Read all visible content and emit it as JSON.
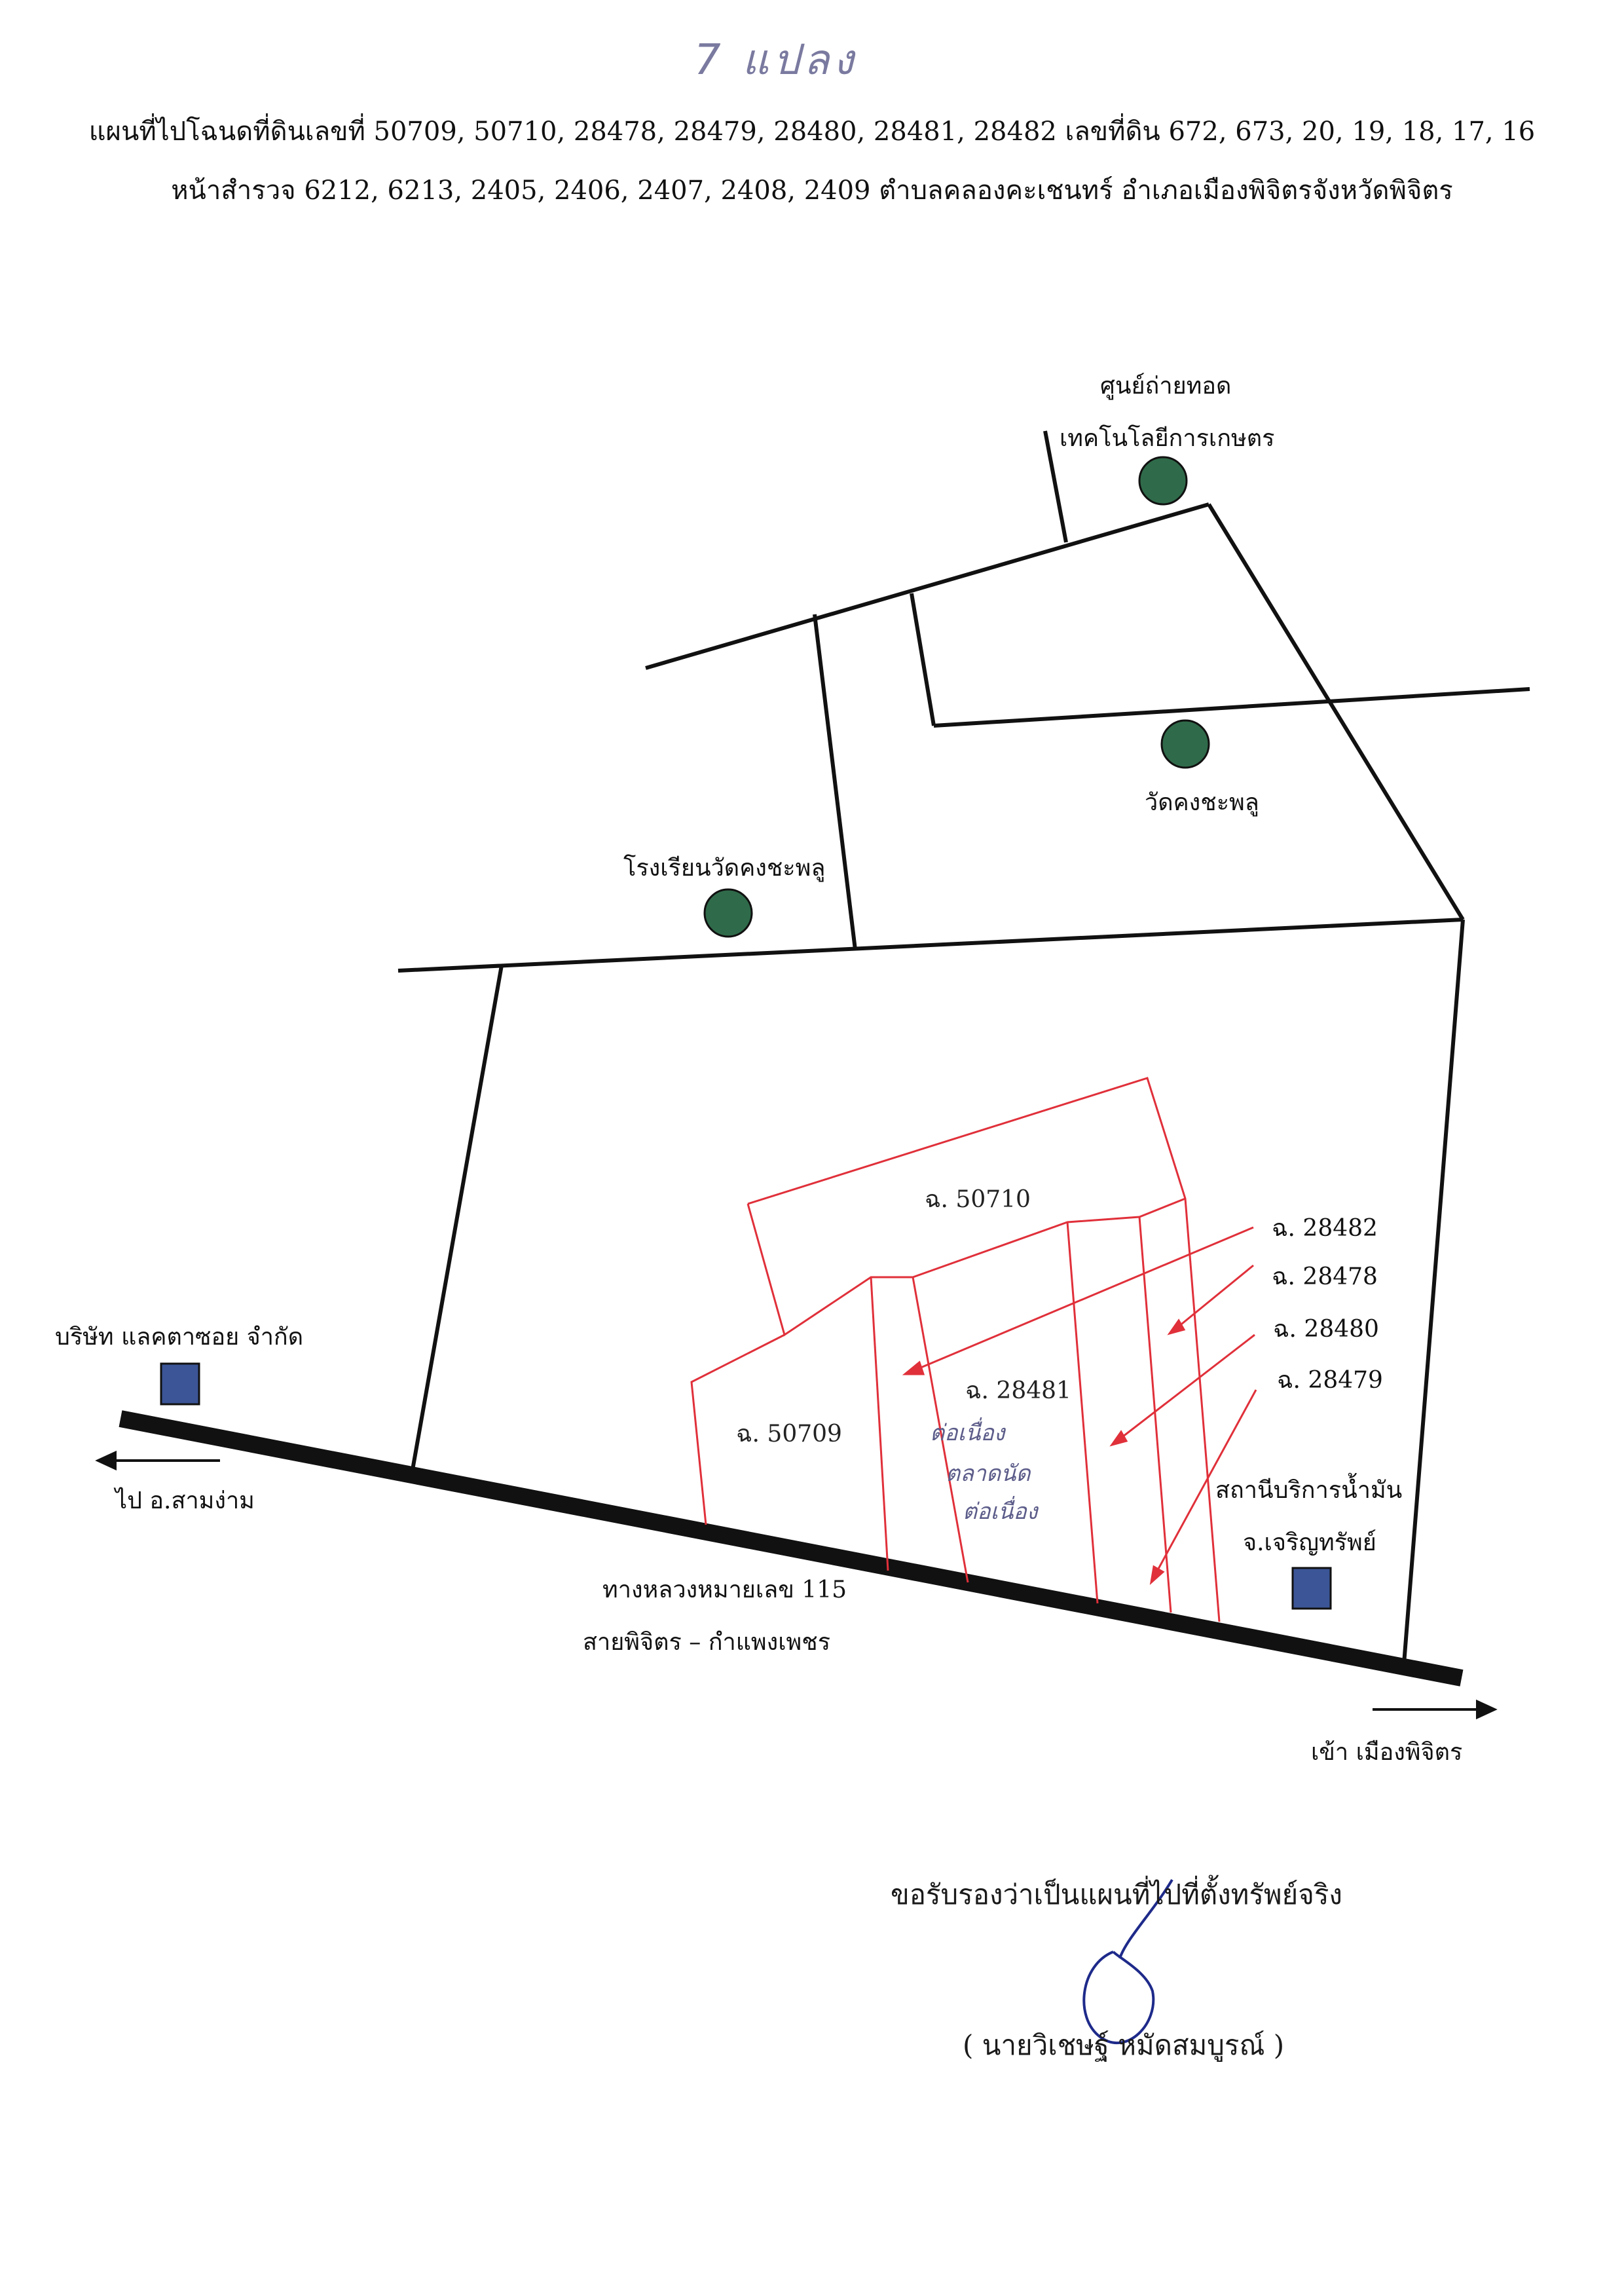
{
  "handwritten_note": "7 แปลง",
  "title": {
    "line1": "แผนที่ไปโฉนดที่ดินเลขที่ 50709, 50710, 28478, 28479, 28480, 28481, 28482 เลขที่ดิน 672, 673, 20, 19, 18, 17, 16",
    "line2": "หน้าสำรวจ 6212, 6213, 2405, 2406, 2407, 2408, 2409 ตำบลคลองคะเชนทร์ อำเภอเมืองพิจิตรจังหวัดพิจิตร"
  },
  "landmarks": {
    "agri_center_line1": "ศูนย์ถ่ายทอด",
    "agri_center_line2": "เทคโนโลยีการเกษตร",
    "temple": "วัดคงชะพลู",
    "school": "โรงเรียนวัดคงชะพลู",
    "company": "บริษัท แลคตาซอย  จำกัด",
    "gas_station_line1": "สถานีบริการน้ำมัน",
    "gas_station_line2": "จ.เจริญทรัพย์"
  },
  "parcels": {
    "p50710": "ฉ. 50710",
    "p50709": "ฉ. 50709",
    "p28481": "ฉ. 28481",
    "p28482": "ฉ. 28482",
    "p28478": "ฉ. 28478",
    "p28480": "ฉ. 28480",
    "p28479": "ฉ. 28479"
  },
  "parcel_handwriting": [
    "ต่อเนื่อง",
    "ตลาดนัด",
    "ต่อเนื่อง"
  ],
  "highway": {
    "line1": "ทางหลวงหมายเลข 115",
    "line2": "สายพิจิตร – กำแพงเพชร"
  },
  "directions": {
    "west": "ไป อ.สามง่าม",
    "east": "เข้า เมืองพิจิตร"
  },
  "certification": "ขอรับรองว่าเป็นแผนที่ไปที่ตั้งทรัพย์จริง",
  "signer": "( นายวิเชษฐ์ หมัดสมบูรณ์ )",
  "colors": {
    "road": "#111111",
    "parcel": "#e0303a",
    "landmark_circle": "#2f6b4a",
    "landmark_square": "#3b5596"
  }
}
